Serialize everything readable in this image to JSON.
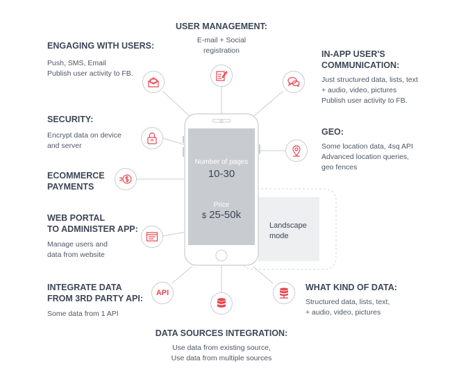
{
  "features": {
    "user_management": {
      "title": [
        "USER MANAGEMENT:"
      ],
      "desc": [
        "E-mail + Social",
        "registration"
      ],
      "icon": "edit-document-icon"
    },
    "engaging": {
      "title": [
        "ENGAGING WITH USERS:"
      ],
      "desc": [
        "Push, SMS, Email",
        "Publish user activity to FB."
      ],
      "icon": "envelope-icon"
    },
    "in_app_comm": {
      "title": [
        "IN-APP USER'S",
        "COMMUNICATION:"
      ],
      "desc": [
        "Just structured data, lists, text",
        "+ audio, video, pictures",
        "Publish user activity to FB."
      ],
      "icon": "chat-bubbles-icon"
    },
    "security": {
      "title": [
        "SECURITY:"
      ],
      "desc": [
        "Encrypt data on device",
        "and server"
      ],
      "icon": "padlock-icon"
    },
    "geo": {
      "title": [
        "GEO:"
      ],
      "desc": [
        "Some location data, 4sq API",
        "Advanced location queries,",
        "geo fences"
      ],
      "icon": "location-pin-icon"
    },
    "ecommerce": {
      "title": [
        "ECOMMERCE",
        "PAYMENTS"
      ],
      "desc": [],
      "icon": "dollar-coin-icon"
    },
    "web_portal": {
      "title": [
        "WEB PORTAL",
        "TO ADMINISTER APP:"
      ],
      "desc": [
        "Manage users and",
        "data from website"
      ],
      "icon": "browser-window-icon"
    },
    "integrate": {
      "title": [
        "INTEGRATE DATA",
        "FROM 3RD PARTY API:"
      ],
      "desc": [
        "Some data from 1 API"
      ],
      "icon": "api-icon",
      "icon_text": "API"
    },
    "what_data": {
      "title": [
        "WHAT KIND OF DATA:"
      ],
      "desc": [
        "Structured data, lists, text,",
        "+ audio, video, pictures"
      ],
      "icon": "database-server-icon"
    },
    "data_sources": {
      "title": [
        "DATA SOURCES INTEGRATION:"
      ],
      "desc": [
        "Use data from existing source,",
        "Use data from multiple sources"
      ],
      "icon": "database-icon"
    }
  },
  "phone": {
    "pages_label": "Number of pages",
    "pages_value": "10-30",
    "price_label": "Price",
    "price_currency": "$",
    "price_value": "25-50k"
  },
  "landscape": {
    "lines": [
      "Landscape",
      "mode"
    ]
  },
  "colors": {
    "accent": "#e8474f",
    "title_text": "#3d4656",
    "desc_text": "#4e5664",
    "line": "#c9ccd1",
    "screen": "#c8ccd0"
  }
}
